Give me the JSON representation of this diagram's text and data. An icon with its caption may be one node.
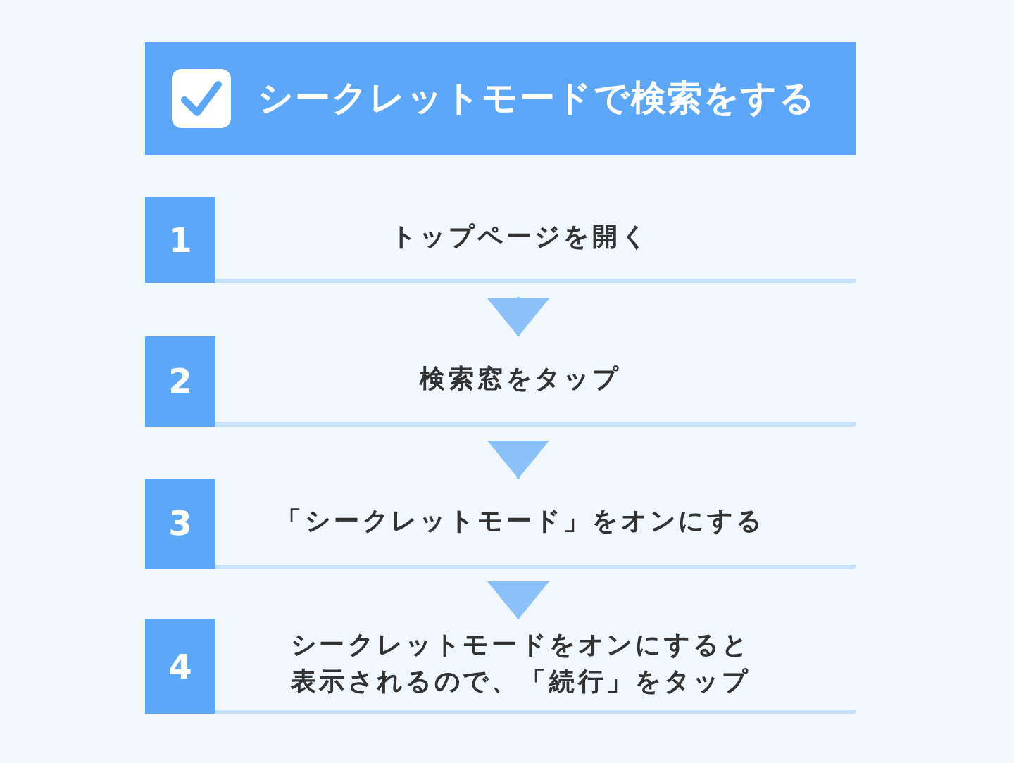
{
  "diagram": {
    "title": "シークレットモードで検索をする",
    "nodes": [
      {
        "text": [
          "1",
          "トップページを開く"
        ]
      },
      {
        "text": [
          "2",
          "検索窓をタップ"
        ]
      },
      {
        "text": [
          "3",
          "「シークレットモード」をオンにする"
        ]
      },
      {
        "text": [
          "4",
          "シークレットモードをオンにすると表示されるので、「続行」をタップ"
        ]
      }
    ],
    "edges": [
      {
        "from": 0,
        "to": 1,
        "arrow": "to"
      },
      {
        "from": 1,
        "to": 2,
        "arrow": "to"
      },
      {
        "from": 2,
        "to": 3,
        "arrow": "to"
      }
    ]
  }
}
